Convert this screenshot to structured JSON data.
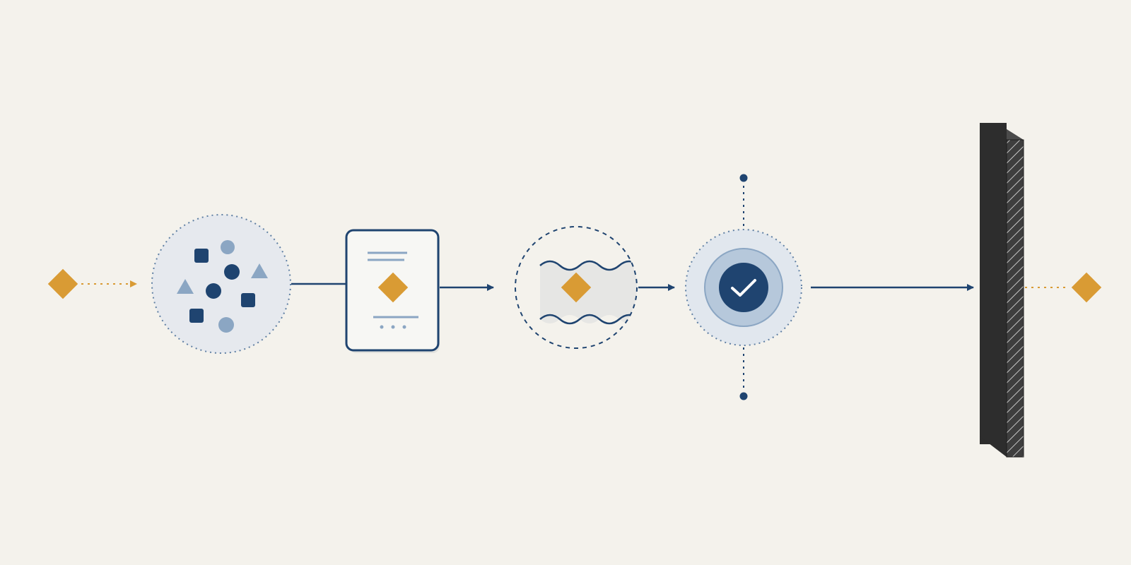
{
  "colors": {
    "background": "#f4f2ec",
    "navy": "#1f4470",
    "steel": "#8ba6c3",
    "accent": "#d99b34",
    "circle_fill": "#e6e9ee",
    "halo_fill": "#e1e7ee",
    "check_ring_fill": "#b6c8db",
    "card_fill": "#f7f7f4",
    "wall_front": "#2d2d2d",
    "wall_side": "#3e3e3e",
    "wall_top": "#4b4b4b",
    "hatch": "#f0f0f0"
  },
  "diagram": {
    "input_marker": {
      "icon": "diamond-icon",
      "role": "input token"
    },
    "stages": [
      {
        "id": "mixed-input-pool",
        "icon": "scattered-shapes-icon",
        "border": "dotted"
      },
      {
        "id": "document-card",
        "icon": "document-diamond-icon",
        "border": "solid"
      },
      {
        "id": "wave-filter",
        "icon": "wave-diamond-icon",
        "border": "dashed"
      },
      {
        "id": "validation-check",
        "icon": "check-icon",
        "border": "dotted"
      }
    ],
    "barrier": {
      "icon": "wall-icon",
      "pattern": "hatched"
    },
    "output_marker": {
      "icon": "diamond-icon",
      "role": "output token"
    }
  }
}
